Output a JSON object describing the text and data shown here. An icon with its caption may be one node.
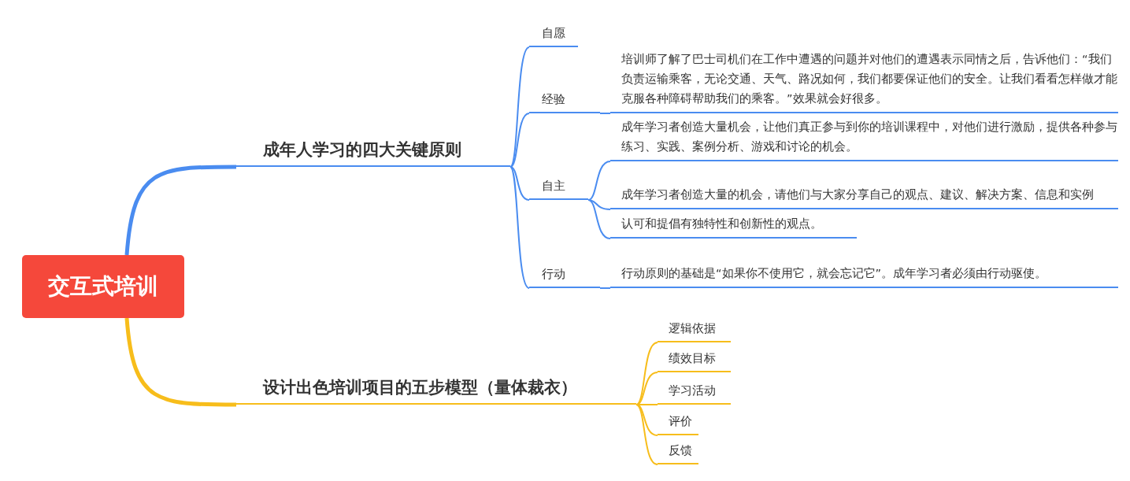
{
  "diagram": {
    "nodes": [
      {
        "text": [
          "交互式培训"
        ]
      },
      {
        "text": [
          "成年人学习的四大关键原则"
        ]
      },
      {
        "text": [
          "自愿"
        ]
      },
      {
        "text": [
          "经验"
        ]
      },
      {
        "text": [
          "培训师了解了巴士司机们在工作中遭遇的问题并对他们的遭遇表示同情之后，告诉他们：“我们负责运输乘客，无论交通、天气、路况如何，我们都要保证他们的安全。让我们看看怎样做才能克服各种障碍帮助我们的乘客。”效果就会好很多。"
        ]
      },
      {
        "text": [
          "自主"
        ]
      },
      {
        "text": [
          "成年学习者创造大量机会，让他们真正参与到你的培训课程中，对他们进行激励，提供各种参与练习、实践、案例分析、游戏和讨论的机会。"
        ]
      },
      {
        "text": [
          "成年学习者创造大量的机会，请他们与大家分享自己的观点、建议、解决方案、信息和实例"
        ]
      },
      {
        "text": [
          "认可和提倡有独特性和创新性的观点。"
        ]
      },
      {
        "text": [
          "行动"
        ]
      },
      {
        "text": [
          "行动原则的基础是“如果你不使用它，就会忘记它”。成年学习者必须由行动驱使。"
        ]
      },
      {
        "text": [
          "设计出色培训项目的五步模型（量体裁衣）"
        ]
      },
      {
        "text": [
          "逻辑依据"
        ]
      },
      {
        "text": [
          "绩效目标"
        ]
      },
      {
        "text": [
          "学习活动"
        ]
      },
      {
        "text": [
          "评价"
        ]
      },
      {
        "text": [
          "反馈"
        ]
      }
    ],
    "edges": [
      {
        "from": 0,
        "to": 1,
        "arrow": "none",
        "style": "thick"
      },
      {
        "from": 1,
        "to": 2,
        "arrow": "none"
      },
      {
        "from": 1,
        "to": 3,
        "arrow": "none"
      },
      {
        "from": 3,
        "to": 4,
        "arrow": "none"
      },
      {
        "from": 1,
        "to": 5,
        "arrow": "none"
      },
      {
        "from": 5,
        "to": 6,
        "arrow": "none"
      },
      {
        "from": 5,
        "to": 7,
        "arrow": "none"
      },
      {
        "from": 5,
        "to": 8,
        "arrow": "none"
      },
      {
        "from": 1,
        "to": 9,
        "arrow": "none"
      },
      {
        "from": 9,
        "to": 10,
        "arrow": "none"
      },
      {
        "from": 0,
        "to": 11,
        "arrow": "none",
        "style": "thick",
        "color": "#f7bd1b"
      },
      {
        "from": 11,
        "to": 12,
        "arrow": "none",
        "color": "#f7bd1b"
      },
      {
        "from": 11,
        "to": 13,
        "arrow": "none",
        "color": "#f7bd1b"
      },
      {
        "from": 11,
        "to": 14,
        "arrow": "none",
        "color": "#f7bd1b"
      },
      {
        "from": 11,
        "to": 15,
        "arrow": "none",
        "color": "#f7bd1b"
      },
      {
        "from": 11,
        "to": 16,
        "arrow": "none",
        "color": "#f7bd1b"
      }
    ]
  }
}
